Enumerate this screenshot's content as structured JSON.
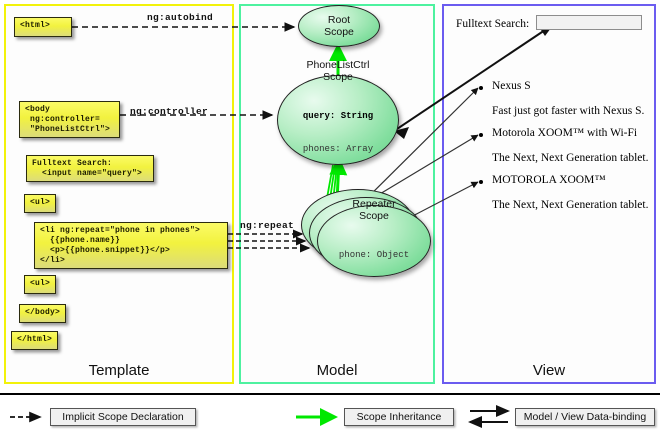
{
  "diagram": {
    "title": "AngularJS Scope / Template / Model / View data-binding diagram"
  },
  "panels": [
    {
      "key": "template",
      "label": "Template",
      "border_color": "#f2f20a"
    },
    {
      "key": "model",
      "label": "Model",
      "border_color": "#4ef2a0"
    },
    {
      "key": "view",
      "label": "View",
      "border_color": "#6b5cf0"
    }
  ],
  "template": {
    "boxes": [
      {
        "id": "html-open",
        "text": "<html>"
      },
      {
        "id": "body-open",
        "text": "<body\n ng:controller=\n \"PhoneListCtrl\">"
      },
      {
        "id": "search",
        "text": "Fulltext Search:\n  <input name=\"query\">"
      },
      {
        "id": "ul-open",
        "text": "<ul>"
      },
      {
        "id": "li-repeat",
        "text": "<li ng:repeat=\"phone in phones\">\n  {{phone.name}}\n  <p>{{phone.snippet}}</p>\n</li>"
      },
      {
        "id": "ul-close",
        "text": "<ul>"
      },
      {
        "id": "body-close",
        "text": "</body>"
      },
      {
        "id": "html-close",
        "text": "</html>"
      }
    ]
  },
  "edge_labels": [
    {
      "id": "ng-autobind",
      "text": "ng:autobind"
    },
    {
      "id": "ng-controller",
      "text": "ng:controller"
    },
    {
      "id": "ng-repeat",
      "text": "ng:repeat"
    }
  ],
  "model": {
    "scopes": [
      {
        "id": "root-scope",
        "title_line1": "Root",
        "title_line2": "Scope",
        "props": []
      },
      {
        "id": "phonelistctrl-scope",
        "title_line1": "PhoneListCtrl",
        "title_line2": "Scope",
        "props": [
          {
            "text": "query: String",
            "emphasis": true
          },
          {
            "text": "phones: Array",
            "emphasis": false
          }
        ]
      },
      {
        "id": "repeater-scope",
        "title_line1": "Repeater",
        "title_line2": "Scope",
        "props": [
          {
            "text": "phone: Object",
            "emphasis": false
          }
        ]
      }
    ]
  },
  "view": {
    "search_label": "Fulltext Search:",
    "search_input_value": "",
    "search_input_placeholder": "",
    "items": [
      {
        "name": "Nexus S",
        "snippet": "Fast just got faster with Nexus S."
      },
      {
        "name": "Motorola XOOM™  with Wi-Fi",
        "snippet": "The Next, Next Generation tablet."
      },
      {
        "name": "MOTOROLA XOOM™",
        "snippet": "The Next, Next Generation tablet."
      }
    ]
  },
  "legend": {
    "entries": [
      {
        "id": "implicit-scope-declaration",
        "label": "Implicit Scope Declaration",
        "arrow": "dashed-black"
      },
      {
        "id": "scope-inheritance",
        "label": "Scope Inheritance",
        "arrow": "solid-green"
      },
      {
        "id": "model-view-data-binding",
        "label": "Model / View Data-binding",
        "arrow": "double-black"
      }
    ]
  },
  "colors": {
    "template_border": "#f2f20a",
    "model_border": "#4ef2a0",
    "view_border": "#6b5cf0",
    "code_fill_top": "#fbfb66",
    "code_fill_bottom": "#dcdc7a",
    "scope_green": "#84dfa0",
    "inheritance_arrow": "#00e800",
    "binding_arrow": "#000000"
  }
}
